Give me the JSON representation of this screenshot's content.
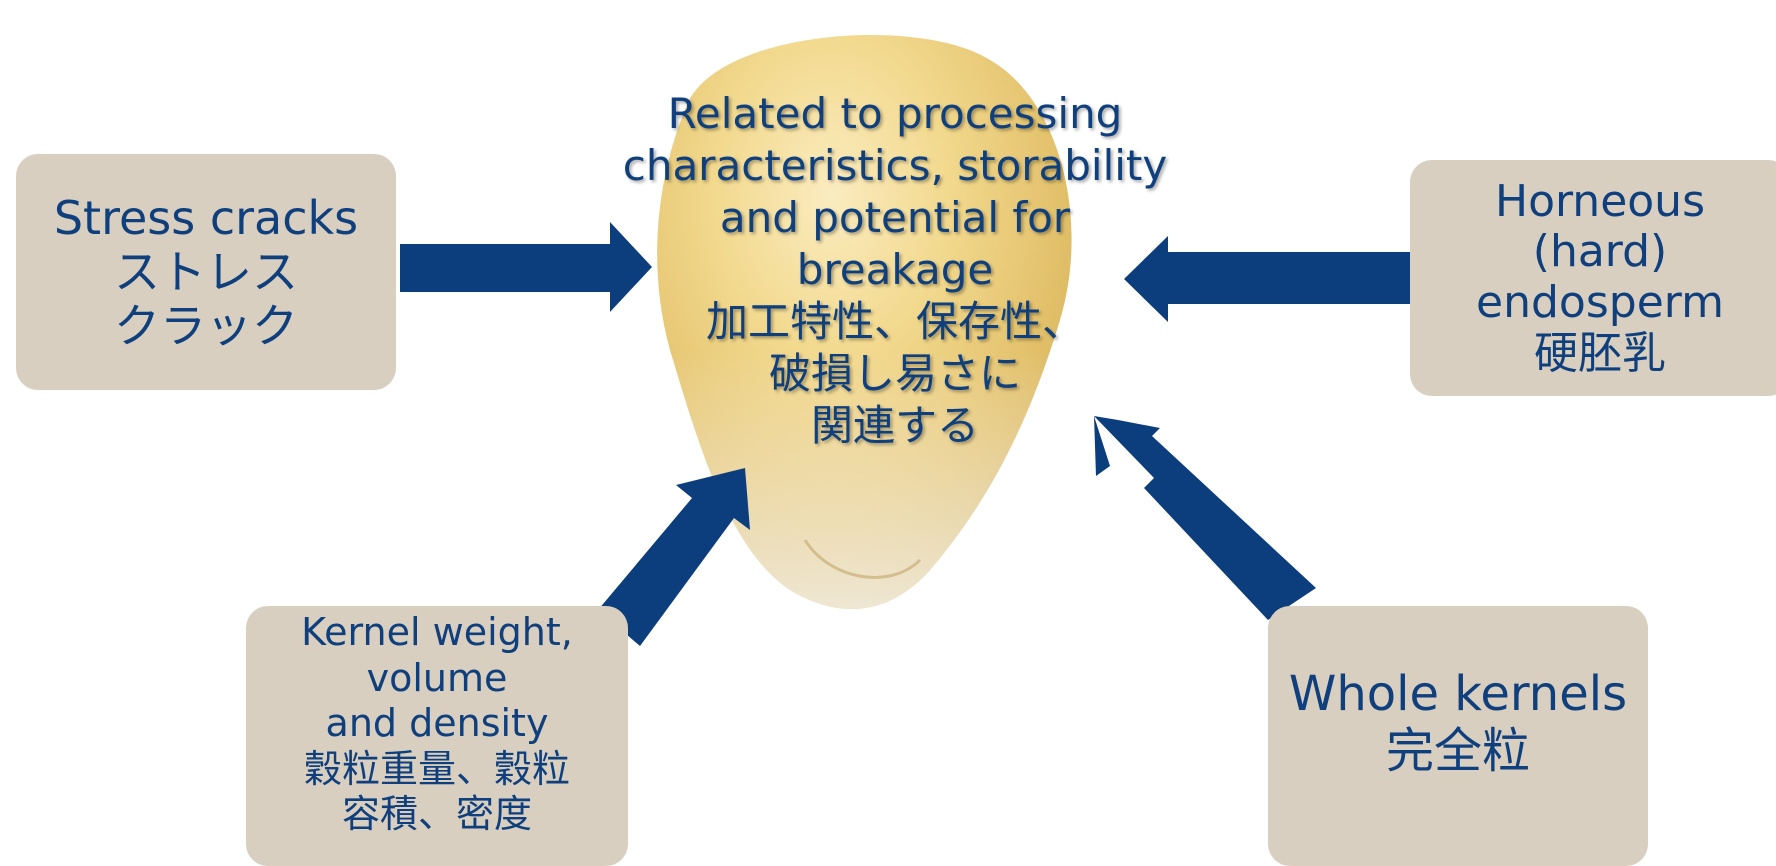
{
  "center": {
    "lines": [
      "Related to processing",
      "characteristics, storability",
      "and potential for",
      "breakage",
      "加工特性、保存性、",
      "破損し易さに",
      "関連する"
    ]
  },
  "boxes": {
    "stress_cracks": {
      "lines": [
        "Stress cracks",
        "ストレス",
        "クラック"
      ]
    },
    "horneous": {
      "lines": [
        "Horneous",
        "(hard)",
        "endosperm",
        "硬胚乳"
      ]
    },
    "kernel_weight": {
      "lines": [
        "Kernel weight,",
        "volume",
        "and density",
        "穀粒重量、穀粒",
        "容積、密度"
      ]
    },
    "whole_kernels": {
      "lines": [
        "Whole kernels",
        "完全粒"
      ]
    }
  },
  "colors": {
    "arrow": "#0c3d7d",
    "text": "#0f3f7c",
    "box": "#d8cfc0"
  }
}
